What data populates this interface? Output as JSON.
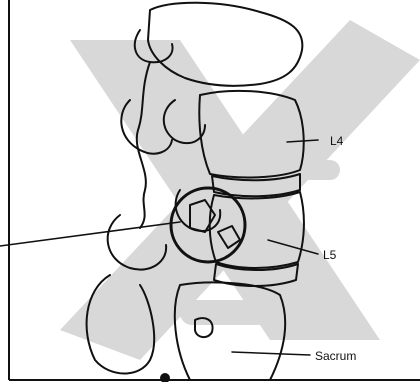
{
  "labels": {
    "l4": "L4",
    "l5": "L5",
    "sacrum": "Sacrum"
  },
  "colors": {
    "line": "#111111",
    "watermark": "#d8d8d8",
    "background": "#ffffff"
  },
  "watermark_icon": "large-x-watermark"
}
